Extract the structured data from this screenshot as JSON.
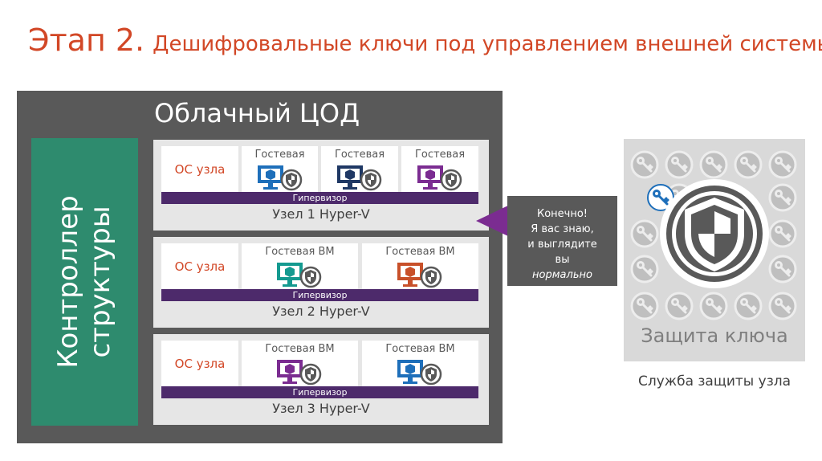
{
  "title": {
    "step": "Этап 2.",
    "text": "Дешифровальные ключи под управлением внешней системы"
  },
  "datacenter": {
    "title": "Облачный ЦОД",
    "fabric_controller": "Контроллер\nструктуры",
    "hosts": [
      {
        "os_label": "ОС узла",
        "vms": [
          {
            "label": "Гостевая",
            "color": "#1e6fba"
          },
          {
            "label": "Гостевая",
            "color": "#1f3864"
          },
          {
            "label": "Гостевая",
            "color": "#7b2c91"
          }
        ],
        "hypervisor": "Гипервизор",
        "name": "Узел 1 Hyper-V"
      },
      {
        "os_label": "ОС узла",
        "vms": [
          {
            "label": "Гостевая ВМ",
            "color": "#149a90"
          },
          {
            "label": "Гостевая ВМ",
            "color": "#c8502a"
          }
        ],
        "hypervisor": "Гипервизор",
        "name": "Узел 2 Hyper-V"
      },
      {
        "os_label": "ОС узла",
        "vms": [
          {
            "label": "Гостевая ВМ",
            "color": "#7b2c91"
          },
          {
            "label": "Гостевая ВМ",
            "color": "#1e6fba"
          }
        ],
        "hypervisor": "Гипервизор",
        "name": "Узел 3 Hyper-V"
      }
    ]
  },
  "callout": {
    "line1": "Конечно!",
    "line2": "Я вас знаю,",
    "line3": "и выглядите",
    "line4": "вы",
    "line5": "нормально"
  },
  "key_protection": {
    "label": "Защита ключа",
    "caption": "Служба защиты узла",
    "active_key_color": "#1e6fba"
  },
  "colors": {
    "title": "#d24726",
    "datacenter": "#595959",
    "fabric": "#2e8b6e",
    "hypervisor": "#4d2a6b"
  },
  "icons": {
    "vm": "monitor-icon",
    "shield": "shield-icon",
    "key": "key-icon"
  }
}
